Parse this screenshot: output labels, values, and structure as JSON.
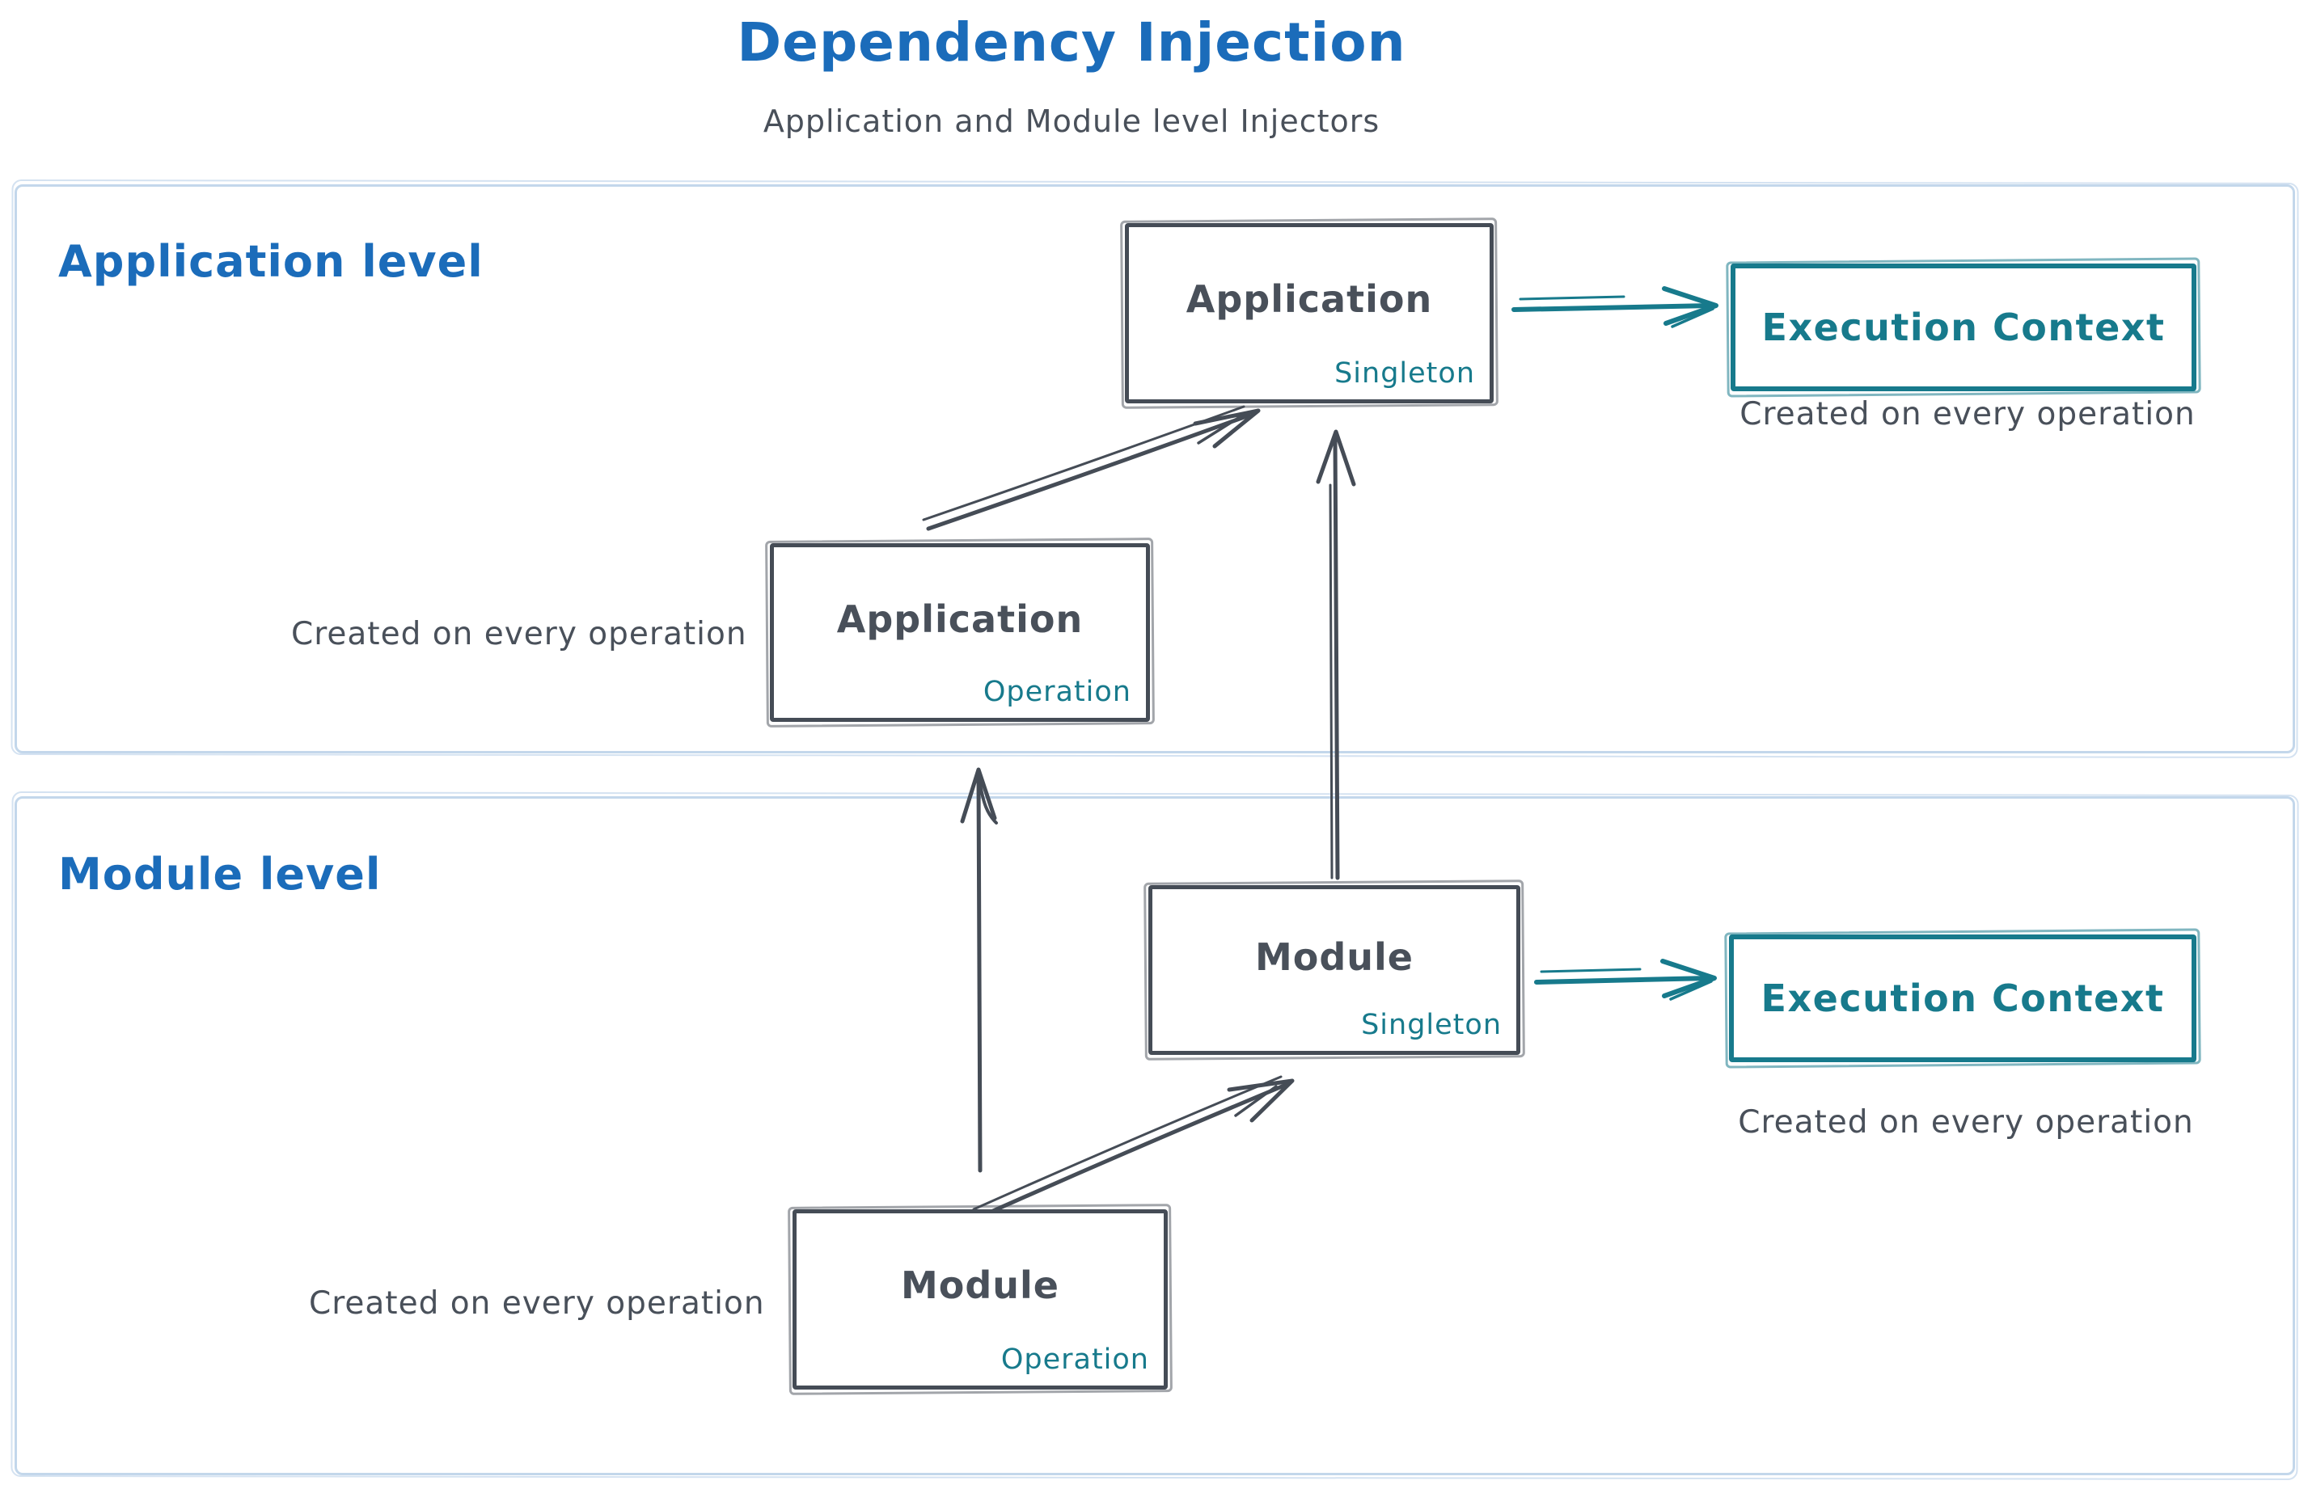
{
  "title": "Dependency Injection",
  "subtitle": "Application and Module level Injectors",
  "colors": {
    "title_blue": "#1b6cba",
    "stroke_dark": "#454c56",
    "teal": "#177a8c",
    "panel_border": "#c3d7eb"
  },
  "panels": {
    "application": {
      "label": "Application level",
      "singleton_box": {
        "name": "Application",
        "scope": "Singleton"
      },
      "operation_box": {
        "name": "Application",
        "scope": "Operation"
      },
      "execution_context": {
        "label": "Execution Context",
        "caption": "Created on every operation"
      },
      "operation_caption": "Created on every operation"
    },
    "module": {
      "label": "Module level",
      "singleton_box": {
        "name": "Module",
        "scope": "Singleton"
      },
      "operation_box": {
        "name": "Module",
        "scope": "Operation"
      },
      "execution_context": {
        "label": "Execution Context",
        "caption": "Created on every operation"
      },
      "operation_caption": "Created on every operation"
    }
  }
}
